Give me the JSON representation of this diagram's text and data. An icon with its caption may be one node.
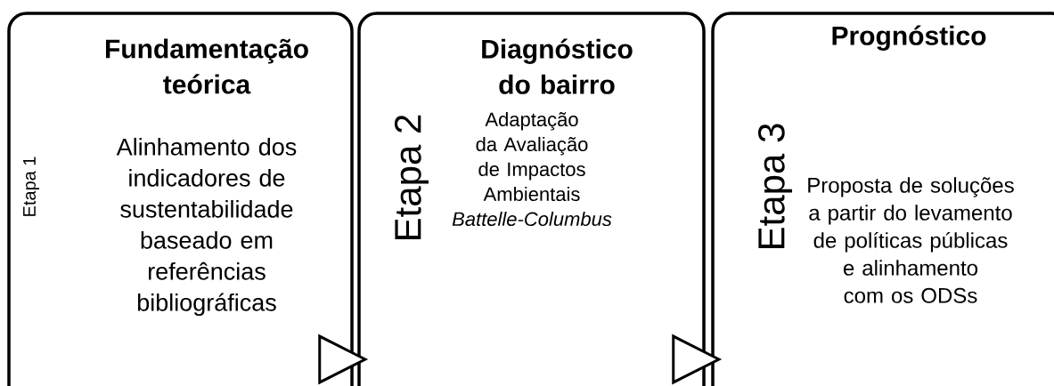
{
  "diagram": {
    "nodes": [
      {
        "text": [
          "Fundamentação teórica",
          "Etapa 1",
          "Alinhamento dos indicadores de sustentabilidade baseado em referências bibliográficas"
        ]
      },
      {
        "text": [
          "Diagnóstico do bairro",
          "Etapa 2",
          "Adaptação da Avaliação de Impactos Ambientais *Battelle-Columbus*"
        ]
      },
      {
        "text": [
          "Prognóstico",
          "Etapa 3",
          "Proposta de soluções a partir do levamento de políticas públicas e alinhamento com os ODSs"
        ]
      }
    ],
    "edges": [
      {
        "from": 0,
        "to": 1,
        "arrow": "to"
      },
      {
        "from": 1,
        "to": 2,
        "arrow": "to"
      }
    ]
  }
}
